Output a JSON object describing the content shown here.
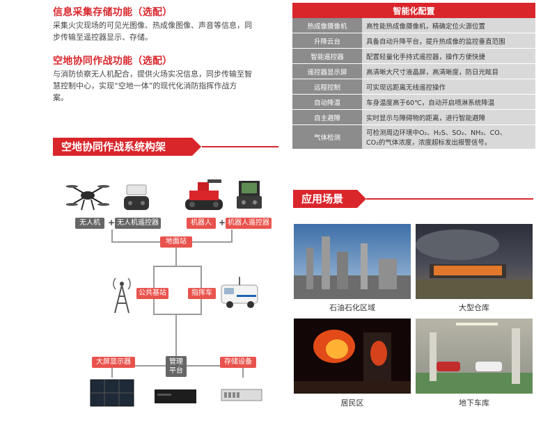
{
  "info": {
    "title1": "信息采集存储功能（选配）",
    "para1_l1": "采集火灾现场的可见光图像、热成像图像、声音等信息，同",
    "para1_l2": "步传输至遥控器显示、存储。",
    "title2": "空地协同作战功能（选配）",
    "para2_l1": "与消防侦察无人机配合，提供火场实况信息，同步传输至智",
    "para2_l2": "慧控制中心，实现“空地一体”的现代化消防指挥作战方",
    "para2_l3": "案。"
  },
  "spec_table": {
    "header": "智能化配置",
    "rows": [
      {
        "k": "热成像摄像机",
        "v": "高性能热成像摄像机，精确定位火源位置"
      },
      {
        "k": "升降云台",
        "v": "具备自动升降平台，提升热成像的监控垂直范围"
      },
      {
        "k": "智能遥控器",
        "v": "配置轻量化手持式遥控器，操作方便快捷"
      },
      {
        "k": "遥控器显示屏",
        "v": "高清晰大尺寸液晶屏，高清晰度，防日光眩目"
      },
      {
        "k": "远程控制",
        "v": "可实现远距离无线遥控操作"
      },
      {
        "k": "自动降温",
        "v": "车身温度高于60℃，自动开启喷淋系统降温"
      },
      {
        "k": "自主避障",
        "v": "实时显示与障碍物的距离，进行智能避障"
      },
      {
        "k": "气体检测",
        "v1": "可检测周边环境中O₂、H₂S、SO₂、NH₃、CO、",
        "v2": "CO₂的气体浓度，浓度超标发出报警信号。"
      }
    ]
  },
  "diagram": {
    "banner": "空地协同作战系统构架",
    "drone": "无人机",
    "drone_rc": "无人机遥控器",
    "robot": "机器人",
    "robot_rc": "机器人遥控器",
    "plus": "+",
    "ground_station": "地面站",
    "base_station": "公共基站",
    "command_car": "指挥车",
    "big_screen": "大屏显示器",
    "mgmt_l1": "管理",
    "mgmt_l2": "平台",
    "storage": "存储设备"
  },
  "scenes": {
    "banner": "应用场景",
    "items": [
      "石油石化区域",
      "大型仓库",
      "居民区",
      "地下车库"
    ]
  },
  "colors": {
    "accent": "#d9262b",
    "tag_red": "#e9534d",
    "tag_gray": "#666666"
  }
}
